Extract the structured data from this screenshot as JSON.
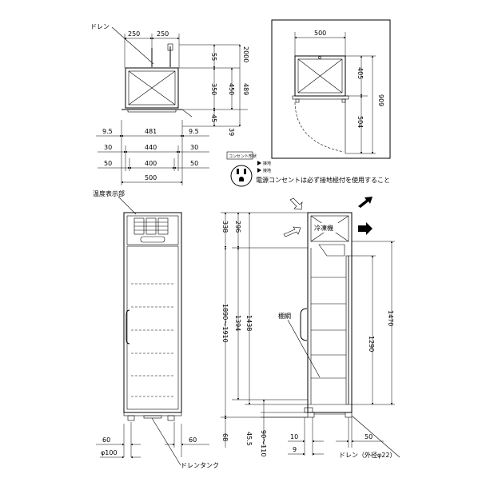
{
  "labels": {
    "drain": "ドレン",
    "temp_display": "温度表示部",
    "outlet_icon_label": "コンセント形状",
    "outlet_legend_a": "接地",
    "outlet_legend_b": "接地",
    "outlet_note": "電源コンセントは必ず接地極付を使用すること",
    "refrigeration": "冷凍機",
    "shelf": "棚網",
    "drain_tank": "ドレンタンク",
    "drain_outer": "ドレン（外径φ22）"
  },
  "top_view": {
    "w_left": "250",
    "w_right": "250",
    "h_top": "55",
    "h_total": "2000",
    "h_box": "350",
    "h_mid": "450",
    "h_full": "489",
    "h_bottom": "45",
    "h_foot": "39"
  },
  "widths": {
    "r1_l": "9.5",
    "r1_c": "481",
    "r1_r": "9.5",
    "r2_l": "30",
    "r2_c": "440",
    "r2_r": "30",
    "r3_l": "50",
    "r3_c": "400",
    "r3_r": "50",
    "r4": "500"
  },
  "side_top": {
    "width": "500",
    "h1": "405",
    "h2": "909",
    "h3": "504"
  },
  "front": {
    "left_60": "60",
    "right_60": "60",
    "dia": "φ100"
  },
  "side": {
    "h_338": "338",
    "h_296": "296",
    "h_range": "1890〜1910",
    "h_1394": "1394",
    "h_1438": "1438",
    "h_1290": "1290",
    "h_1470": "1470",
    "h_68": "68",
    "h_455": "45.5",
    "h_90": "90〜110",
    "w_10": "10",
    "w_9": "9",
    "w_50": "50"
  }
}
